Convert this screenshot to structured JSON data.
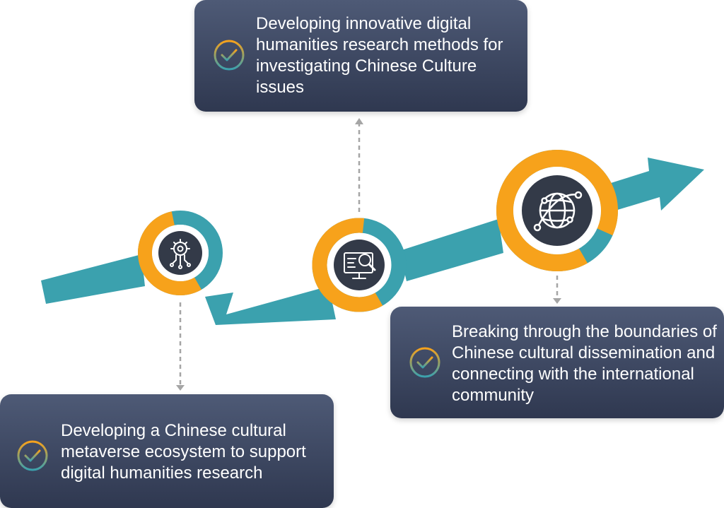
{
  "colors": {
    "arrow": "#3ba1ae",
    "ring_accent": "#f7a21b",
    "box_top": "#4e5a76",
    "box_bottom": "#2f3850",
    "icon_bg": "#333a48",
    "connector": "#a5a5a5"
  },
  "milestones": [
    {
      "icon": "gear-circuit-icon",
      "ring_fraction": 0.55,
      "text": "Developing a Chinese cultural metaverse ecosystem to support digital humanities research"
    },
    {
      "icon": "monitor-search-icon",
      "ring_fraction": 0.6,
      "text": "Developing innovative digital humanities research methods for investigating Chinese Culture issues"
    },
    {
      "icon": "globe-network-icon",
      "ring_fraction": 0.9,
      "text": "Breaking through the boundaries of Chinese cultural dissemination and connecting with the international community"
    }
  ]
}
